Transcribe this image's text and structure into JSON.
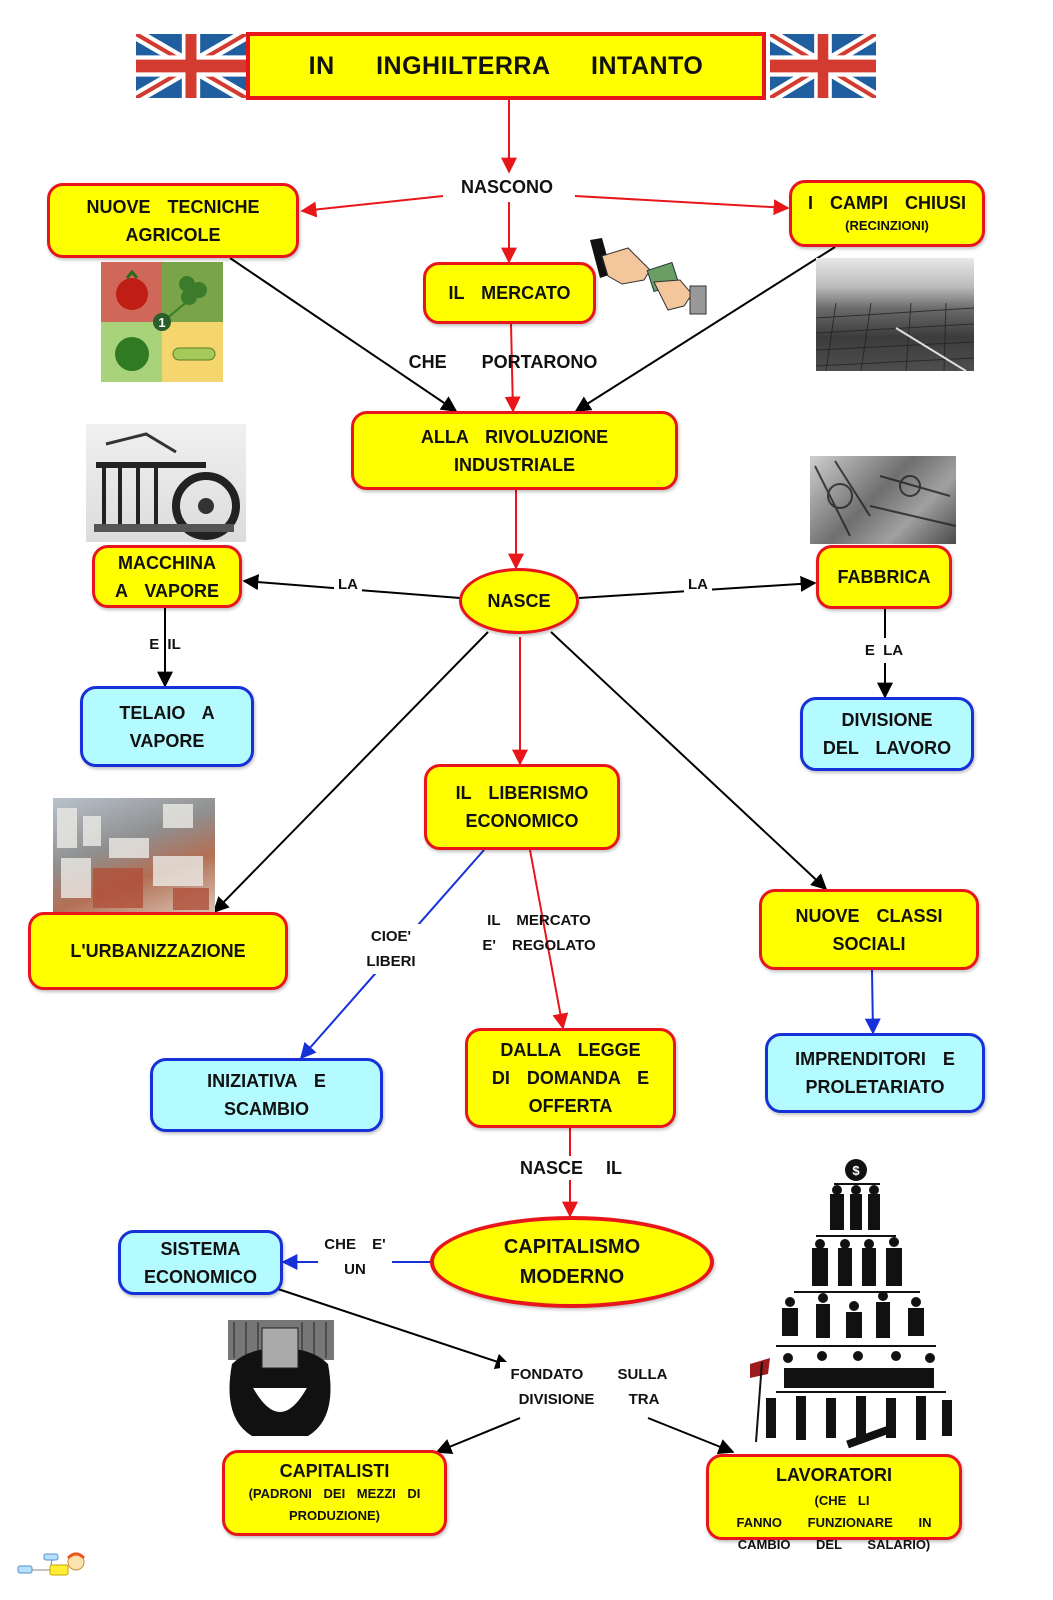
{
  "title": "IN INGHILTERRA INTANTO",
  "colors": {
    "concept_fill": "#ffff00",
    "concept_border": "#e8161b",
    "detail_fill": "#b4fbff",
    "detail_border": "#1631d8",
    "link_red": "#e8161b",
    "link_black": "#000000",
    "link_blue": "#1631d8"
  },
  "nodes": {
    "nuove_tecniche": "NUOVE TECNICHE\nAGRICOLE",
    "mercato": "IL MERCATO",
    "campi_chiusi": "I CAMPI CHIUSI",
    "campi_chiusi_sub": "(RECINZIONI)",
    "rivoluzione": "ALLA RIVOLUZIONE\nINDUSTRIALE",
    "nasce": "NASCE",
    "macchina": "MACCHINA\nA VAPORE",
    "telaio": "TELAIO A\nVAPORE",
    "fabbrica": "FABBRICA",
    "divisione_lavoro": "DIVISIONE\nDEL LAVORO",
    "liberismo": "IL LIBERISMO\nECONOMICO",
    "urbanizzazione": "L'URBANIZZAZIONE",
    "nuove_classi": "NUOVE CLASSI\nSOCIALI",
    "iniziativa": "INIZIATIVA E\nSCAMBIO",
    "legge_domanda": "DALLA LEGGE\nDI DOMANDA E\nOFFERTA",
    "imprenditori": "IMPRENDITORI E\nPROLETARIATO",
    "capitalismo": "CAPITALISMO\nMODERNO",
    "sistema": "SISTEMA\nECONOMICO",
    "capitalisti": "CAPITALISTI",
    "capitalisti_sub": "(PADRONI DEI MEZZI DI\nPRODUZIONE)",
    "lavoratori": "LAVORATORI",
    "lavoratori_sub_1": "(CHE LI",
    "lavoratori_sub_2": "FANNO FUNZIONARE IN\nCAMBIO DEL SALARIO)"
  },
  "links": {
    "nascono": "NASCONO",
    "portarono": "CHE PORTARONO",
    "la_left": "LA",
    "la_right": "LA",
    "e_il": "E IL",
    "e_la": "E LA",
    "cioe_liberi": "CIOE'\nLIBERI",
    "mercato_regolato": "IL MERCATO\nE' REGOLATO",
    "nasce_il": "NASCE IL",
    "che_e_un": "CHE E'\nUN",
    "fondato": "FONDATO SULLA\nDIVISIONE TRA"
  },
  "images": {
    "flag_left": "union-jack-flag",
    "flag_right": "union-jack-flag",
    "vegetables": "vegetables-grid-picture",
    "handshake_money": "handshake-money-picture",
    "enclosed_fields": "enclosed-fields-aerial-photo",
    "steam_engine": "steam-engine-photo",
    "factory": "factory-interior-photo",
    "city": "city-aerial-photo",
    "capitalist": "capitalist-caricature",
    "class_pyramid": "social-class-pyramid",
    "logo": "mind-map-mascot-logo",
    "pyramid_badge_number": "1"
  }
}
